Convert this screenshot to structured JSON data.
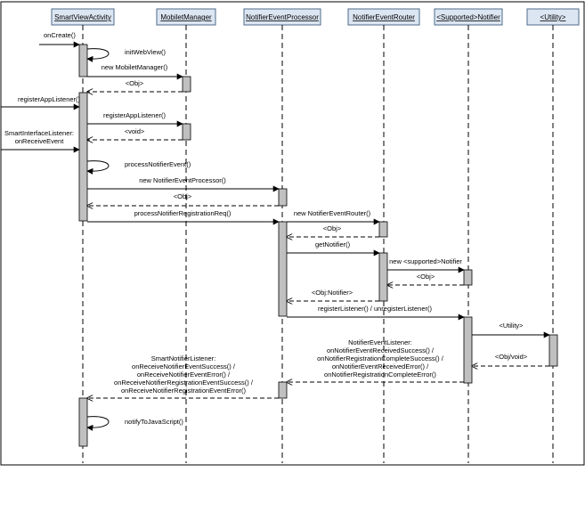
{
  "lifelines": [
    {
      "id": "sva",
      "label": "SmartViewActivity"
    },
    {
      "id": "mm",
      "label": "MobiletManager"
    },
    {
      "id": "nep",
      "label": "NotifierEventProcessor"
    },
    {
      "id": "ner",
      "label": "NotifierEventRouter"
    },
    {
      "id": "sn",
      "label": "<Supported>Notifier"
    },
    {
      "id": "ut",
      "label": "<Utility>"
    }
  ],
  "messages": {
    "oncreate": "onCreate()",
    "initwebview": "initWebView()",
    "new_mobiletmanager": "new MobiletManager()",
    "obj_1": "<Obj>",
    "registerapplistener_ext": "registerAppListener()",
    "registerapplistener": "registerAppListener()",
    "void_1": "<void>",
    "smartinterface_1": "SmartInterfaceListener:",
    "smartinterface_2": "onReceiveEvent",
    "processnotifierevent": "processNotifierEvent()",
    "new_notifiereventprocessor": "new NotifierEventProcessor()",
    "obj_2": "<Obj>",
    "processnotifierregistrationreq": "processNotifierRegistrationReq()",
    "new_notifiereventrouter": "new NotifierEventRouter()",
    "obj_3": "<Obj>",
    "getnotifier": "getNotifier()",
    "new_supportednotifier": "new <supported>Notifier",
    "obj_4": "<Obj>",
    "obj_notifier": "<Obj:Notifier>",
    "register_unregister": "registerListener() / unregisterListener()",
    "utility": "<Utility>",
    "obj_void": "<Obj/void>",
    "nel_1": "NotifierEventListener:",
    "nel_2": "onNotifierEventReceivedSuccess() /",
    "nel_3": "onNotifierRegistrationCompleteSuccess() /",
    "nel_4": "onNotifierEventReceivedError() /",
    "nel_5": "onNotifierRegistrationCompleteError()",
    "snl_1": "SmartNotifierListener:",
    "snl_2": "onReceiveNotifierEventSuccess() /",
    "snl_3": "onReceiveNotifierEventError() /",
    "snl_4": "onReceiveNotifierRegistrationEventSuccess() /",
    "snl_5": "onReceiveNotifierRegistrationEventError()",
    "notifytojavascript": "notifyToJavaScript()"
  }
}
